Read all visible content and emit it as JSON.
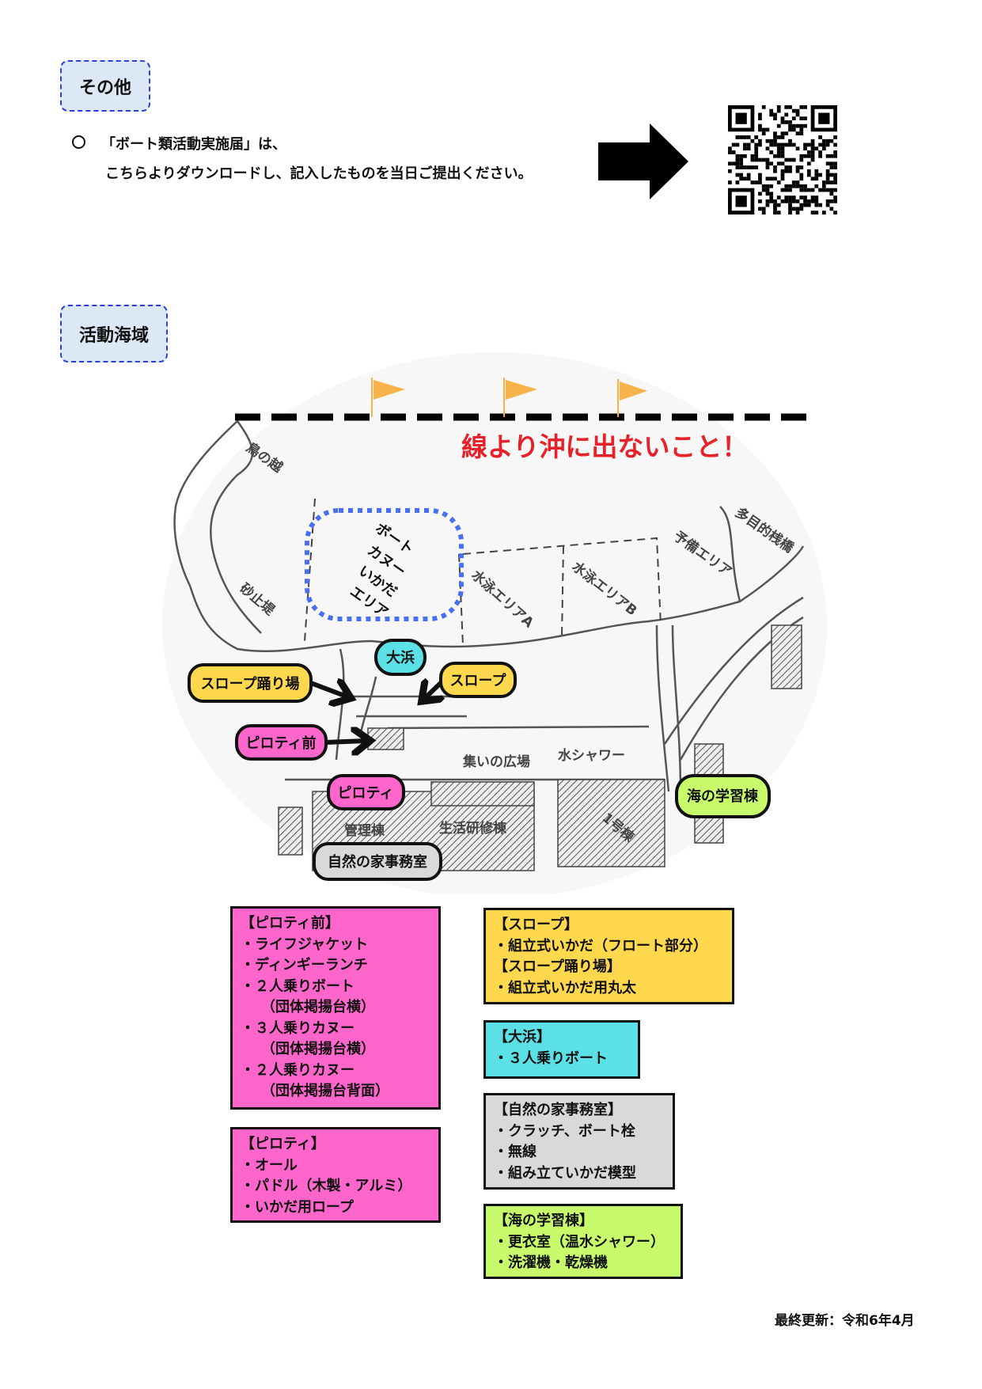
{
  "sections": {
    "other": {
      "title": "その他",
      "line1": "「ボート類活動実施届」は、",
      "line2": "こちらよりダウンロードし、記入したものを当日ご提出ください。"
    },
    "area": {
      "title": "活動海域"
    }
  },
  "map": {
    "warning": "線より沖に出ないこと！",
    "boat_area": [
      "ボート",
      "カヌー",
      "いかだ",
      "エリア"
    ],
    "places": {
      "torinokoshi": "鳥の越",
      "sand_dike": "砂止堤",
      "swim_a": "水泳エリアA",
      "swim_b": "水泳エリアB",
      "reserve": "予備エリア",
      "pier": "多目的桟橋",
      "plaza": "集いの広場",
      "shower": "水シャワー",
      "admin": "管理棟",
      "training": "生活研修棟",
      "bldg1": "1号棟"
    },
    "tags": {
      "ohama": "大浜",
      "slope_landing": "スロープ踊り場",
      "slope": "スロープ",
      "piloti_front": "ピロティ前",
      "piloti": "ピロティ",
      "office": "自然の家事務室",
      "sea_hall": "海の学習棟"
    },
    "colors": {
      "pink": "#ff66cc",
      "yellow": "#ffd84d",
      "cyan": "#5be0e6",
      "gray": "#d9d9d9",
      "green": "#c7fb6b",
      "red": "#e8202a",
      "flag": "#f8b44a"
    }
  },
  "legend": {
    "piloti_front": {
      "title": "【ピロティ前】",
      "items": [
        "・ライフジャケット",
        "・ディンギーランチ",
        "・２人乗りボート",
        "（団体掲揚台横）",
        "・３人乗りカヌー",
        "（団体掲揚台横）",
        "・２人乗りカヌー",
        "（団体掲揚台背面）"
      ]
    },
    "piloti": {
      "title": "【ピロティ】",
      "items": [
        "・オール",
        "・パドル（木製・アルミ）",
        "・いかだ用ロープ"
      ]
    },
    "slope": {
      "title": "【スロープ】",
      "items": [
        "・組立式いかだ（フロート部分）"
      ],
      "title2": "【スロープ踊り場】",
      "items2": [
        "・組立式いかだ用丸太"
      ]
    },
    "ohama": {
      "title": "【大浜】",
      "items": [
        "・３人乗りボート"
      ]
    },
    "office": {
      "title": "【自然の家事務室】",
      "items": [
        "・クラッチ、ボート栓",
        "・無線",
        "・組み立ていかだ模型"
      ]
    },
    "sea_hall": {
      "title": "【海の学習棟】",
      "items": [
        "・更衣室（温水シャワー）",
        "・洗濯機・乾燥機"
      ]
    }
  },
  "footer": "最終更新：令和6年4月"
}
